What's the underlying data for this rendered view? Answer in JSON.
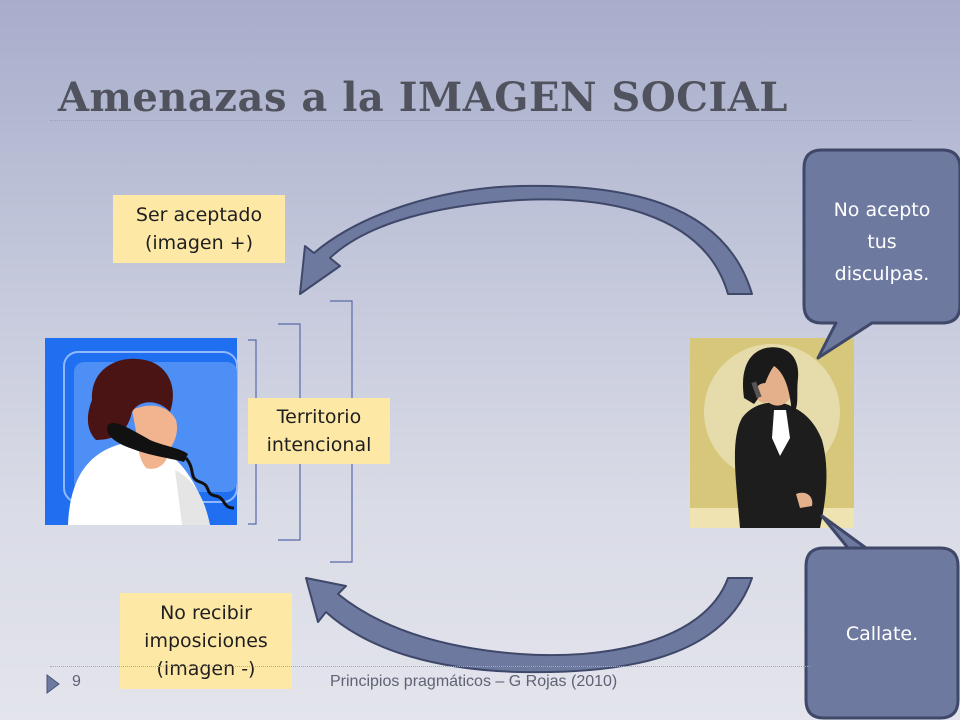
{
  "slide": {
    "title": "Amenazas a la IMAGEN SOCIAL",
    "notes": {
      "positive_face": [
        "Ser aceptado",
        "(imagen +)"
      ],
      "territory": [
        "Territorio",
        "intencional"
      ],
      "negative_face": [
        "No recibir",
        "imposiciones",
        "(imagen -)"
      ]
    },
    "callouts": {
      "top": [
        "No acepto",
        "tus",
        "disculpas."
      ],
      "bottom": [
        "Callate."
      ]
    },
    "footer": {
      "page_number": "9",
      "text": "Principios pragmáticos – G Rojas (2010)"
    }
  },
  "colors": {
    "note_fill": "#fde8a6",
    "callout_fill": "#6e79a0",
    "callout_border": "#3f4869",
    "arrow_fill": "#6e79a0",
    "arrow_border": "#3f4869",
    "left_clipart_background": "#1f6ff0",
    "right_clipart_background": "#d7c77a",
    "title_color": "#50535e"
  },
  "icons": {
    "left_clipart": "woman-on-phone-clipart",
    "right_clipart": "businesswoman-on-phone-clipart",
    "top_arrow": "curved-arrow-left",
    "bottom_arrow": "curved-arrow-left",
    "footer_marker": "triangle-marker-icon"
  }
}
